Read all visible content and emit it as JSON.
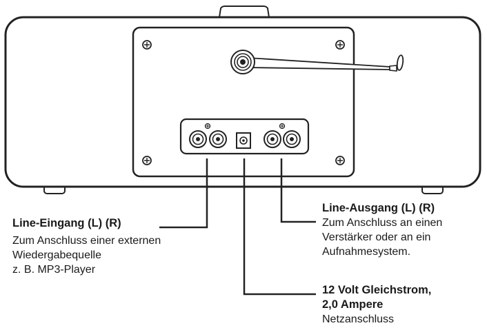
{
  "line_in": {
    "title": "Line-Eingang (L) (R)",
    "lines": [
      "Zum Anschluss einer externen",
      "Wiedergabequelle",
      "z. B. MP3-Player"
    ]
  },
  "line_out": {
    "title": "Line-Ausgang (L) (R)",
    "lines": [
      "Zum Anschluss an einen",
      "Verstärker oder an ein",
      "Aufnahmesystem."
    ]
  },
  "power": {
    "title_line1": "12 Volt Gleichstrom,",
    "title_line2": "2,0 Ampere",
    "lines": [
      "Netzanschluss"
    ]
  }
}
